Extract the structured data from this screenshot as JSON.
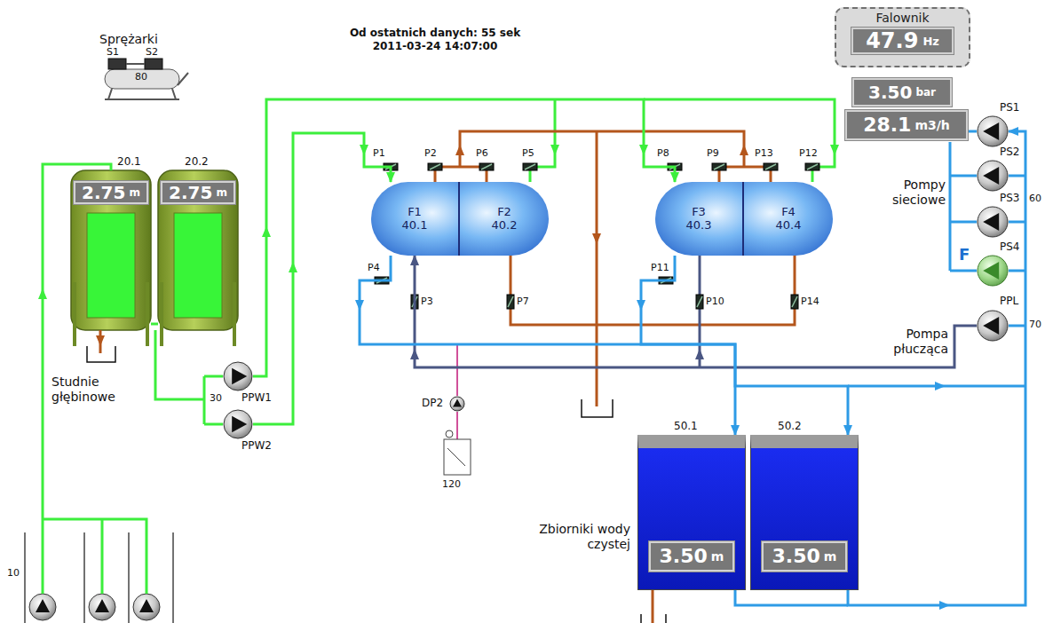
{
  "diagram": {
    "nodes": [
      {
        "text": [
          "Sprężarki",
          "S1",
          "S2",
          "80"
        ]
      },
      {
        "text": [
          "Falownik",
          "47.9",
          "Hz"
        ]
      },
      {
        "text": [
          "20.1"
        ]
      },
      {
        "text": [
          "2.75",
          "m"
        ],
        "in": 2
      },
      {
        "text": [
          "20.2"
        ]
      },
      {
        "text": [
          "2.75",
          "m"
        ],
        "in": 4
      },
      {
        "text": [
          "3.50",
          "bar"
        ]
      },
      {
        "text": [
          "28.1",
          "m3/h"
        ]
      },
      {
        "text": [
          "F1",
          "40.1"
        ]
      },
      {
        "text": [
          "F2",
          "40.2"
        ]
      },
      {
        "text": [
          "F3",
          "40.3"
        ]
      },
      {
        "text": [
          "F4",
          "40.4"
        ]
      },
      {
        "text": [
          "PS1"
        ]
      },
      {
        "text": [
          "PS2"
        ]
      },
      {
        "text": [
          "PS3"
        ]
      },
      {
        "text": [
          "PS4"
        ]
      },
      {
        "text": [
          "PPL"
        ]
      },
      {
        "text": [
          "PPW1"
        ]
      },
      {
        "text": [
          "PPW2"
        ]
      },
      {
        "text": [
          "DP2"
        ]
      },
      {
        "text": [
          "50.1"
        ]
      },
      {
        "text": [
          "3.50",
          "m"
        ],
        "in": 20
      },
      {
        "text": [
          "50.2"
        ]
      },
      {
        "text": [
          "3.50",
          "m"
        ],
        "in": 22
      }
    ],
    "edges": [
      {
        "from": 17,
        "to": 10,
        "arrow": "to"
      },
      {
        "from": 18,
        "to": 8,
        "arrow": "to"
      },
      {
        "from": 16,
        "to": 8,
        "arrow": "to"
      },
      {
        "from": 22,
        "to": 12,
        "arrow": "to"
      },
      {
        "from": 8,
        "to": 20,
        "arrow": "to"
      },
      {
        "from": 10,
        "to": 22,
        "arrow": "to"
      }
    ],
    "labels": [
      "Od ostatnich danych: 55 sek",
      "2011-03-24 14:07:00",
      "Studnie głębinowe",
      "10",
      "30",
      "P1",
      "P2",
      "P6",
      "P5",
      "P8",
      "P9",
      "P13",
      "P12",
      "P4",
      "P3",
      "P7",
      "P11",
      "P10",
      "P14",
      "F",
      "Pompy sieciowe",
      "60",
      "Pompa płucząca",
      "70",
      "Zbiorniki wody czystej",
      "120"
    ]
  }
}
